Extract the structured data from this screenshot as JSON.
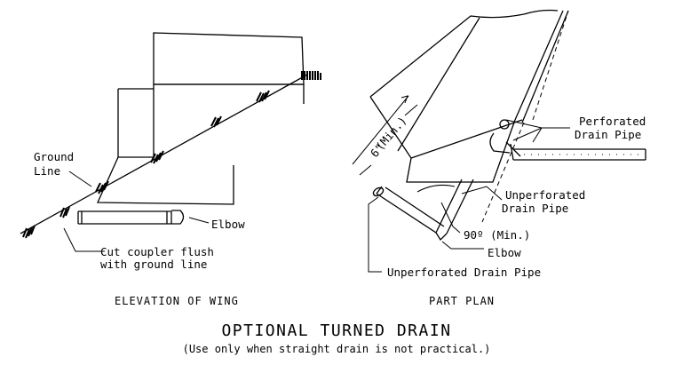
{
  "elevation": {
    "ground_line_label": [
      "Ground",
      "Line"
    ],
    "elbow_label": "Elbow",
    "cut_coupler_label": [
      "Cut coupler flush",
      "with ground line"
    ],
    "caption": "ELEVATION OF WING"
  },
  "plan": {
    "dimension_label": "6\"",
    "dimension_min_label": "(Min.)",
    "perforated_label": [
      "Perforated",
      "Drain Pipe"
    ],
    "unperforated_label": [
      "Unperforated",
      "Drain Pipe"
    ],
    "angle_label": "90º (Min.)",
    "elbow_label": "Elbow",
    "unperforated_bottom_label": "Unperforated Drain Pipe",
    "caption": "PART PLAN"
  },
  "footer": {
    "title": "OPTIONAL TURNED DRAIN",
    "note": "(Use only when straight drain is not practical.)"
  }
}
